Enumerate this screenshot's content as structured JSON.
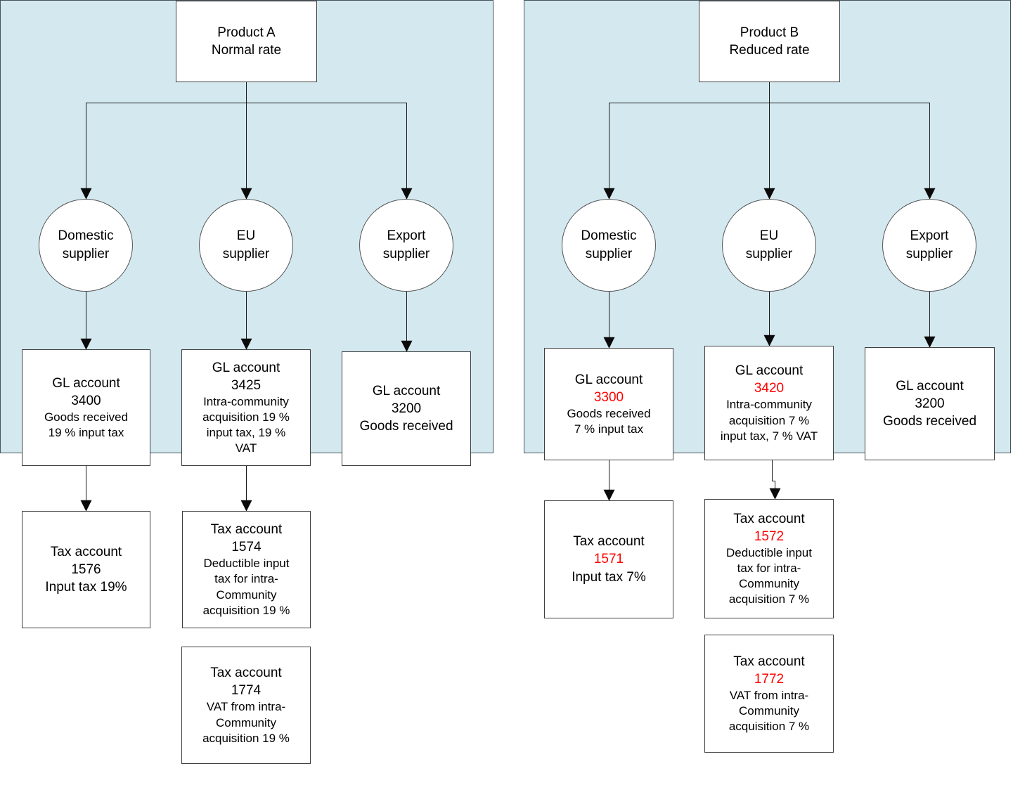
{
  "colors": {
    "panel_bg": "#d4e9ef",
    "panel_border": "#46545b",
    "box_border": "#3f3f3f",
    "line": "#1a1a1a",
    "red": "#ff0000",
    "black": "#000000"
  },
  "left": {
    "product_box": {
      "label": "Product A\nNormal rate"
    },
    "suppliers": [
      {
        "label": "Domestic\nsupplier"
      },
      {
        "label": "EU\nsupplier"
      },
      {
        "label": "Export\nsupplier"
      }
    ],
    "gl_boxes": [
      {
        "title": "GL account",
        "number": "3400",
        "number_color": "#000000",
        "desc": "Goods received\n19 % input tax"
      },
      {
        "title": "GL account",
        "number": "3425",
        "number_color": "#000000",
        "desc": "Intra-community\nacquisition 19 %\ninput tax, 19 %\nVAT"
      },
      {
        "title": "GL account",
        "number": "3200",
        "number_color": "#000000",
        "desc": "Goods received"
      }
    ],
    "tax_boxes": [
      {
        "title": "Tax account",
        "number": "1576",
        "number_color": "#000000",
        "desc": "Input tax 19%"
      },
      {
        "title": "Tax account",
        "number": "1574",
        "number_color": "#000000",
        "desc": "Deductible input\ntax for intra-\nCommunity\nacquisition 19 %"
      },
      {
        "title": "Tax account",
        "number": "1774",
        "number_color": "#000000",
        "desc": "VAT from intra-\nCommunity\nacquisition 19 %"
      }
    ]
  },
  "right": {
    "product_box": {
      "label": "Product B\nReduced rate"
    },
    "suppliers": [
      {
        "label": "Domestic\nsupplier"
      },
      {
        "label": "EU\nsupplier"
      },
      {
        "label": "Export\nsupplier"
      }
    ],
    "gl_boxes": [
      {
        "title": "GL account",
        "number": "3300",
        "number_color": "#ff0000",
        "desc": "Goods received\n7 % input tax"
      },
      {
        "title": "GL account",
        "number": "3420",
        "number_color": "#ff0000",
        "desc": "Intra-community\nacquisition 7 %\ninput tax, 7 % VAT"
      },
      {
        "title": "GL account",
        "number": "3200",
        "number_color": "#000000",
        "desc": "Goods received"
      }
    ],
    "tax_boxes": [
      {
        "title": "Tax account",
        "number": "1571",
        "number_color": "#ff0000",
        "desc": "Input tax 7%"
      },
      {
        "title": "Tax account",
        "number": "1572",
        "number_color": "#ff0000",
        "desc": "Deductible input\ntax for intra-\nCommunity\nacquisition 7 %"
      },
      {
        "title": "Tax account",
        "number": "1772",
        "number_color": "#ff0000",
        "desc": "VAT from intra-\nCommunity\nacquisition 7 %"
      }
    ]
  }
}
